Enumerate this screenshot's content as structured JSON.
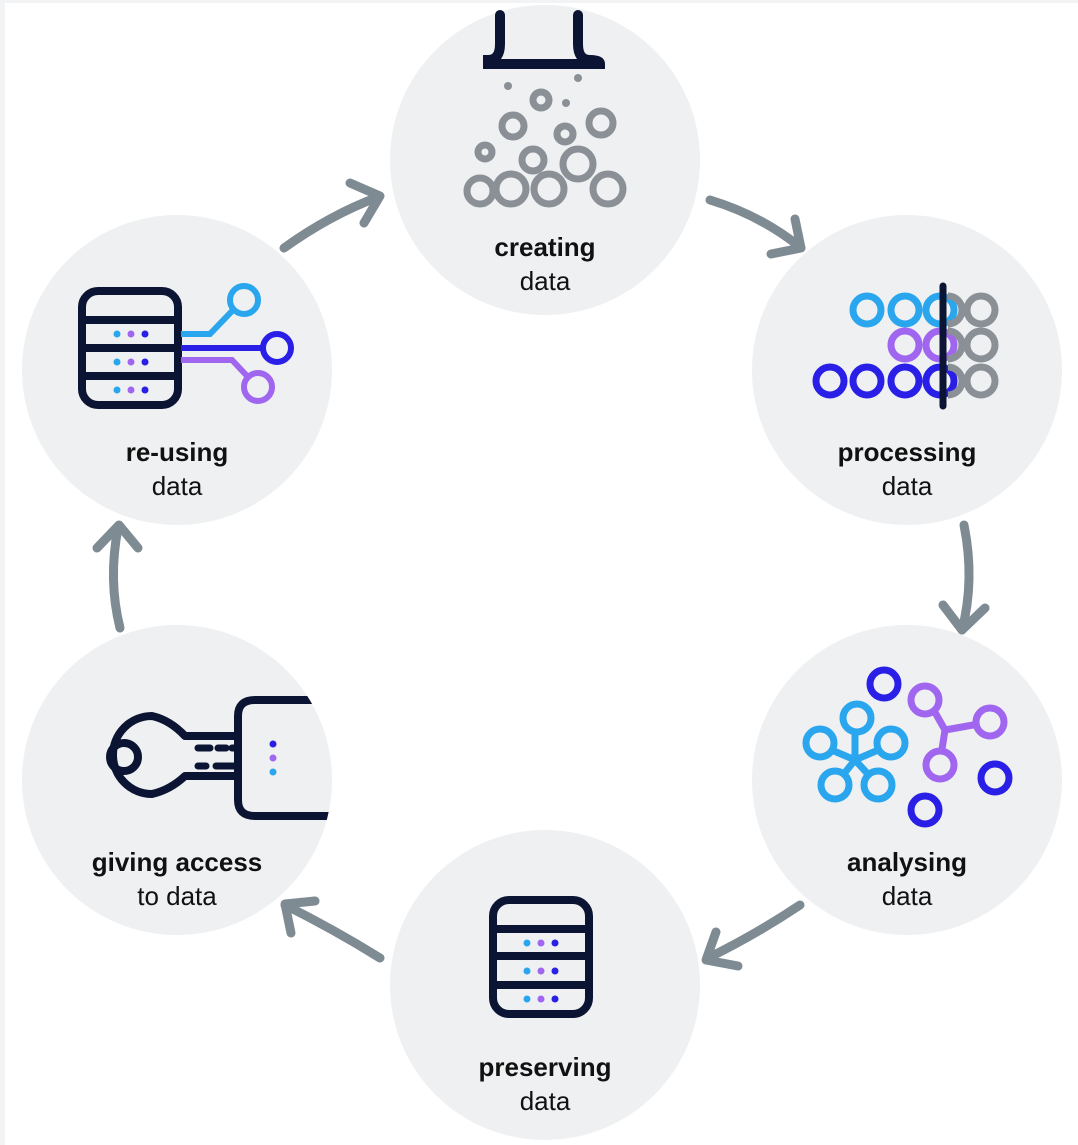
{
  "colors": {
    "background": "#ffffff",
    "circle": "#eef0f2",
    "arrow": "#7f8b93",
    "ink": "#0b1533",
    "grey": "#8a9096",
    "light_blue": "#2aa6ee",
    "blue": "#2a1fe6",
    "purple": "#a066f0"
  },
  "stages": [
    {
      "key": "creating",
      "title": "creating",
      "subtitle": "data",
      "icon": "bubbles-funnel-icon"
    },
    {
      "key": "processing",
      "title": "processing",
      "subtitle": "data",
      "icon": "circles-grid-divider-icon"
    },
    {
      "key": "analysing",
      "title": "analysing",
      "subtitle": "data",
      "icon": "network-nodes-icon"
    },
    {
      "key": "preserving",
      "title": "preserving",
      "subtitle": "data",
      "icon": "database-server-icon"
    },
    {
      "key": "giving_access",
      "title": "giving access",
      "subtitle": "to data",
      "icon": "key-lock-icon"
    },
    {
      "key": "reusing",
      "title": "re-using",
      "subtitle": "data",
      "icon": "database-branches-icon"
    }
  ]
}
